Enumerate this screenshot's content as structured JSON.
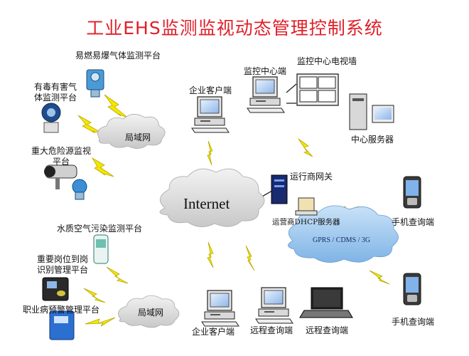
{
  "title": "工业EHS监测监视动态管理控制系统",
  "platforms": {
    "flammable": "易燃易爆气体监测平台",
    "toxic_line1": "有毒有害气",
    "toxic_line2": "体监测平台",
    "hazard_line1": "重大危险源监视",
    "hazard_line2": "平台",
    "water_air": "水质空气污染监测平台",
    "post_line1": "重要岗位到岗",
    "post_line2": "识别管理平台",
    "occupational": "职业病预警管理平台"
  },
  "network": {
    "lan_top": "局域网",
    "lan_bottom": "局域网",
    "internet": "Internet",
    "gprs": "GPRS / CDMS / 3G",
    "gateway": "运行商网关",
    "dhcp": "运营商DHCP服务器"
  },
  "terminals": {
    "enterprise_top": "企业客户端",
    "monitor_center": "监控中心端",
    "tv_wall": "监控中心电视墙",
    "center_server": "中心服务器",
    "mobile_top": "手机查询端",
    "mobile_bottom": "手机查询端",
    "enterprise_bottom": "企业客户端",
    "remote_1": "远程查询端",
    "remote_2": "远程查询端"
  },
  "colors": {
    "title": "#e0202a",
    "bolt": "#f5e600",
    "bolt_stroke": "#b8a800",
    "cloud": "#d8d8d8",
    "gprs_cloud": "#9bc6ee"
  }
}
